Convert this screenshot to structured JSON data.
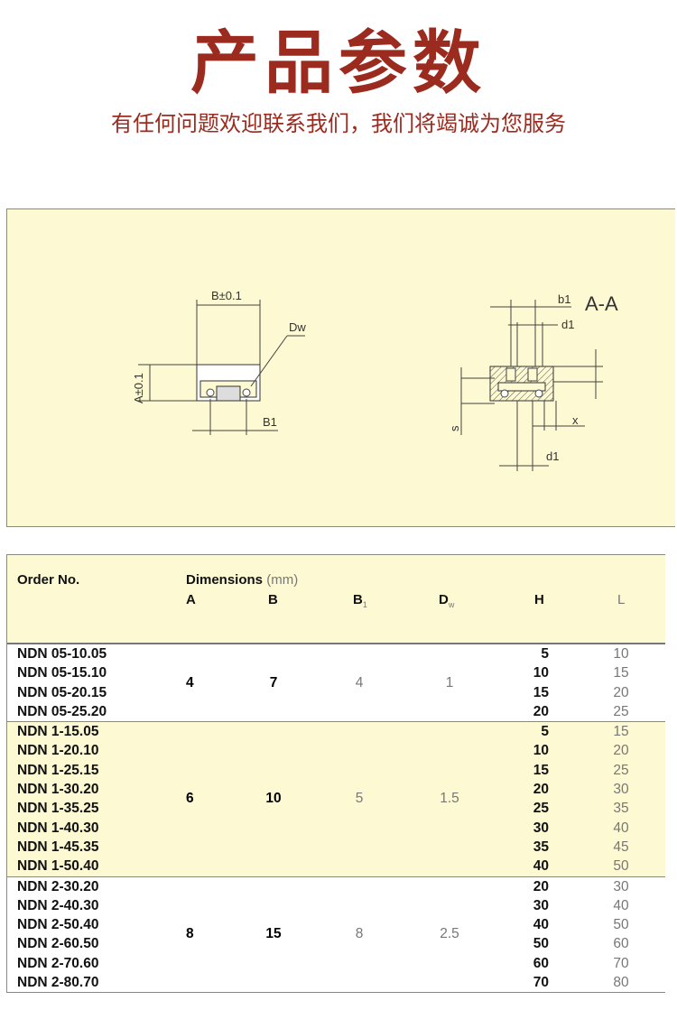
{
  "title": "产品参数",
  "subtitle": "有任何问题欢迎联系我们，我们将竭诚为您服务",
  "drawing": {
    "label_b": "B±0.1",
    "label_dw": "Dw",
    "label_a": "A±0.1",
    "label_b1": "B1",
    "label_b1_small": "b1",
    "label_section": "A-A",
    "label_d1_top": "d1",
    "label_d1_bottom": "d1",
    "label_s": "s",
    "label_x": "x"
  },
  "table": {
    "header": {
      "order": "Order No.",
      "dimensions": "Dimensions",
      "unit": "(mm)",
      "a": "A",
      "b": "B",
      "b1": "B",
      "b1_sub": "1",
      "dw": "D",
      "dw_sub": "w",
      "h": "H",
      "l": "L"
    },
    "groups": [
      {
        "a": "4",
        "b": "7",
        "b1": "4",
        "dw": "1",
        "rows": [
          {
            "order": "NDN 05-10.05",
            "h": "5",
            "l": "10"
          },
          {
            "order": "NDN 05-15.10",
            "h": "10",
            "l": "15"
          },
          {
            "order": "NDN 05-20.15",
            "h": "15",
            "l": "20"
          },
          {
            "order": "NDN 05-25.20",
            "h": "20",
            "l": "25"
          }
        ]
      },
      {
        "a": "6",
        "b": "10",
        "b1": "5",
        "dw": "1.5",
        "rows": [
          {
            "order": "NDN 1-15.05",
            "h": "5",
            "l": "15"
          },
          {
            "order": "NDN 1-20.10",
            "h": "10",
            "l": "20"
          },
          {
            "order": "NDN 1-25.15",
            "h": "15",
            "l": "25"
          },
          {
            "order": "NDN 1-30.20",
            "h": "20",
            "l": "30"
          },
          {
            "order": "NDN 1-35.25",
            "h": "25",
            "l": "35"
          },
          {
            "order": "NDN 1-40.30",
            "h": "30",
            "l": "40"
          },
          {
            "order": "NDN 1-45.35",
            "h": "35",
            "l": "45"
          },
          {
            "order": "NDN 1-50.40",
            "h": "40",
            "l": "50"
          }
        ]
      },
      {
        "a": "8",
        "b": "15",
        "b1": "8",
        "dw": "2.5",
        "rows": [
          {
            "order": "NDN 2-30.20",
            "h": "20",
            "l": "30"
          },
          {
            "order": "NDN 2-40.30",
            "h": "30",
            "l": "40"
          },
          {
            "order": "NDN 2-50.40",
            "h": "40",
            "l": "50"
          },
          {
            "order": "NDN 2-60.50",
            "h": "50",
            "l": "60"
          },
          {
            "order": "NDN 2-70.60",
            "h": "60",
            "l": "70"
          },
          {
            "order": "NDN 2-80.70",
            "h": "70",
            "l": "80"
          }
        ]
      }
    ]
  }
}
